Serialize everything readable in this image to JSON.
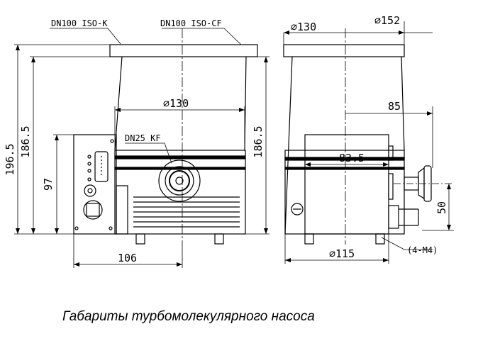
{
  "labels": {
    "flange_left": "DN100 ISO-K",
    "flange_center": "DN100 ISO-CF",
    "inlet": "DN25 KF",
    "mount": "(4-M4)"
  },
  "dimensions": {
    "total_height": "196.5",
    "body_height_left": "186.5",
    "body_height_right": "186.5",
    "controller_height": "97",
    "width_106": "106",
    "diam_130_front": "⌀130",
    "diam_130_side": "⌀130",
    "diam_152": "⌀152",
    "offset_85": "85",
    "offset_83_5": "83.5",
    "diam_115": "⌀115",
    "height_50": "50"
  },
  "caption": "Габариты турбомолекулярного насоса"
}
